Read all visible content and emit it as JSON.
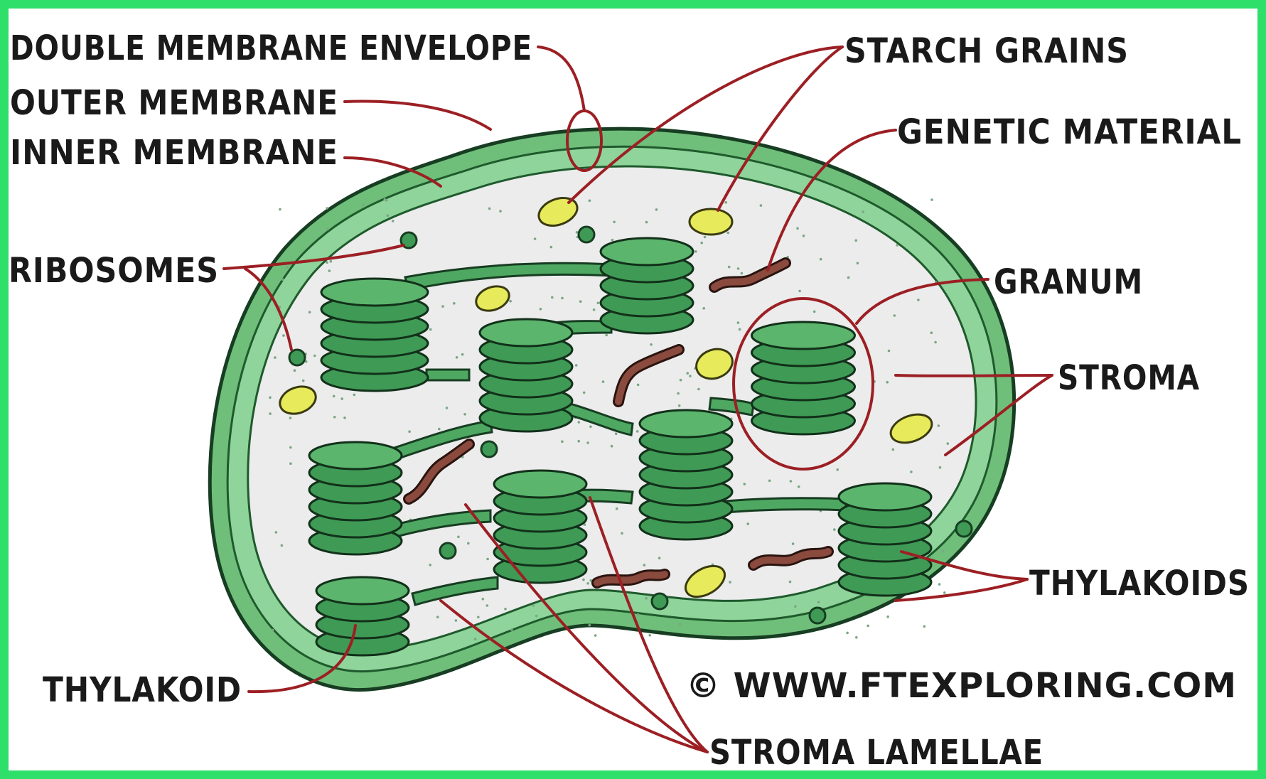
{
  "diagram": {
    "labels": {
      "double_membrane_envelope": "DOUBLE MEMBRANE ENVELOPE",
      "outer_membrane": "OUTER MEMBRANE",
      "inner_membrane": "INNER MEMBRANE",
      "ribosomes": "RIBOSOMES",
      "thylakoid": "THYLAKOID",
      "starch_grains": "STARCH GRAINS",
      "genetic_material": "GENETIC MATERIAL",
      "granum": "GRANUM",
      "stroma": "STROMA",
      "thylakoids": "THYLAKOIDS",
      "stroma_lamellae": "STROMA LAMELLAE"
    },
    "copyright": "© WWW.FTEXPLORING.COM"
  },
  "colors": {
    "border": "#2ee06a",
    "outer_membrane": "#6fbf7a",
    "inner_membrane_fill": "#8fd49a",
    "stroma": "#ececec",
    "granum_disc": "#3f9a55",
    "granum_disc_light": "#5bb56d",
    "starch": "#e7ea5a",
    "genetic_material": "#8a4a3e",
    "leader_line": "#9c1f24",
    "text": "#1a1a1a"
  }
}
